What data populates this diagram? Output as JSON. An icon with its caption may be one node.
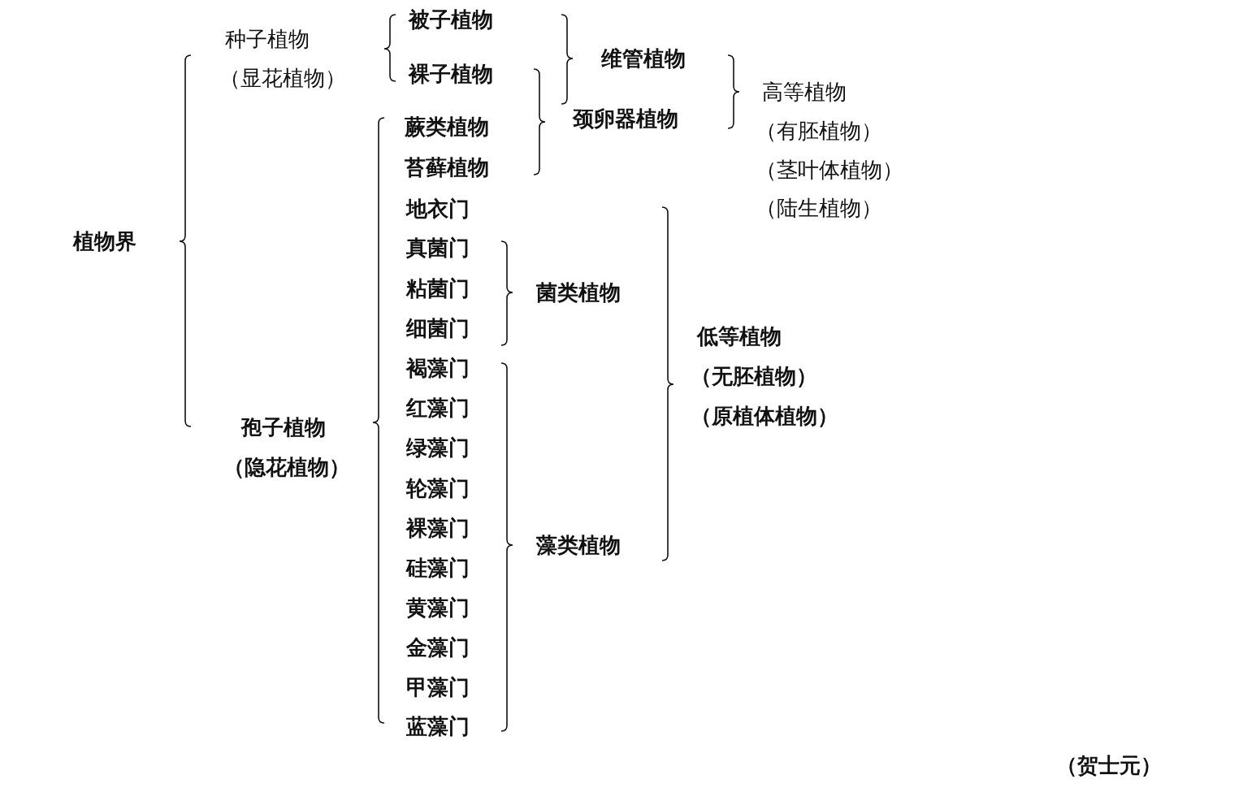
{
  "diagram": {
    "labels": [
      "种子植物",
      "被子植物",
      "裸子植物",
      "维管植物",
      "（显花植物）",
      "高等植物",
      "蕨类植物",
      "颈卵器植物",
      "（有胚植物）",
      "苔藓植物",
      "（茎叶体植物）",
      "地衣门",
      "（陆生植物）",
      "植物界",
      "真菌门",
      "粘菌门",
      "菌类植物",
      "细菌门",
      "低等植物",
      "褐藻门",
      "（无胚植物）",
      "红藻门",
      "（原植体植物）",
      "孢子植物",
      "绿藻门",
      "（隐花植物）",
      "轮藻门",
      "裸藻门",
      "藻类植物",
      "硅藻门",
      "黄藻门",
      "金藻门",
      "甲藻门",
      "蓝藻门",
      "（贺士元）"
    ]
  }
}
